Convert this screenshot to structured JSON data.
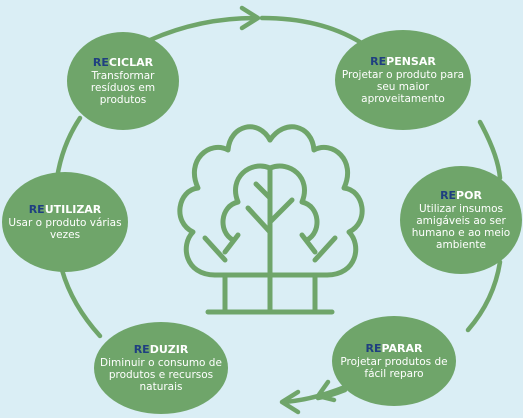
{
  "colors": {
    "background": "#daeef5",
    "node_fill": "#6fa56a",
    "ring": "#6fa56a",
    "prefix_text": "#1f3f80",
    "node_text": "#ffffff"
  },
  "center_icon": "trees-icon",
  "nodes": [
    {
      "prefix": "RE",
      "rest": "CICLAR",
      "desc": "Transformar resíduos em produtos"
    },
    {
      "prefix": "RE",
      "rest": "PENSAR",
      "desc": "Projetar o produto para seu maior aproveitamento"
    },
    {
      "prefix": "RE",
      "rest": "POR",
      "desc": "Utilizar insumos amigáveis ao ser humano e ao meio ambiente"
    },
    {
      "prefix": "RE",
      "rest": "PARAR",
      "desc": "Projetar produtos de fácil reparo"
    },
    {
      "prefix": "RE",
      "rest": "DUZIR",
      "desc": "Diminuir o consumo de produtos e recursos naturais"
    },
    {
      "prefix": "RE",
      "rest": "UTILIZAR",
      "desc": "Usar o produto várias vezes"
    }
  ]
}
